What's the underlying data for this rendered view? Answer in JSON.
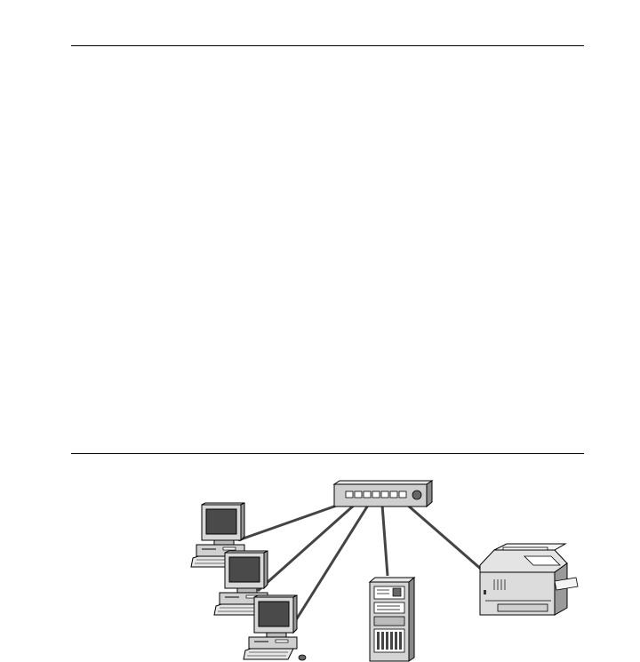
{
  "page": {
    "background": "#ffffff",
    "rule_color": "#000000"
  },
  "diagram": {
    "hub": {
      "icon": "network-hub-icon",
      "ports": 7,
      "fill": "#cfcfcf",
      "shade": "#8a8a8a"
    },
    "devices": [
      {
        "id": "workstation-1",
        "icon": "desktop-computer-icon"
      },
      {
        "id": "workstation-2",
        "icon": "desktop-computer-icon"
      },
      {
        "id": "workstation-3",
        "icon": "desktop-computer-icon"
      },
      {
        "id": "server",
        "icon": "server-tower-icon"
      },
      {
        "id": "printer",
        "icon": "laser-printer-icon"
      }
    ],
    "link_color": "#444444",
    "screen_color": "#4a4a4a"
  }
}
